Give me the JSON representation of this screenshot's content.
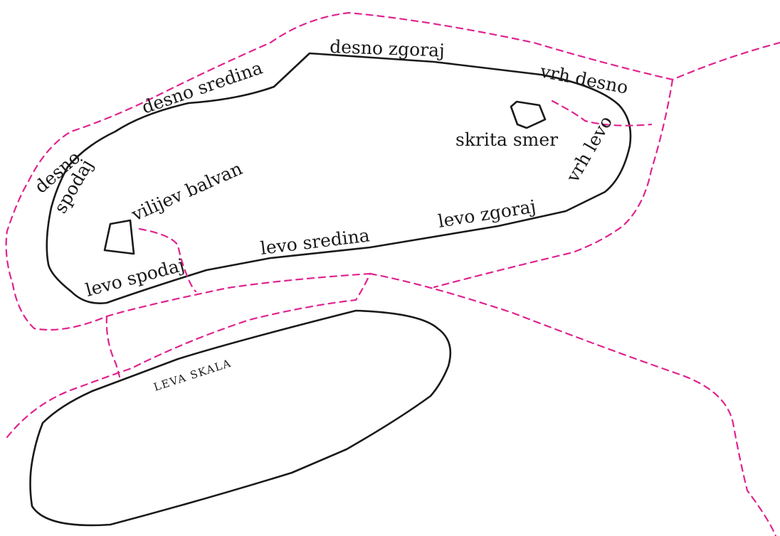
{
  "colors": {
    "outline": "#1a1a1a",
    "route": "#e0238f",
    "background": "#ffffff"
  },
  "labels": {
    "desno_zgoraj": "desno zgoraj",
    "vrh_desno": "vrh desno",
    "desno_sredina": "desno sredina",
    "desno": "desno",
    "spodaj": "spodaj",
    "vilijev_balvan": "vilijev balvan",
    "skrita_smer": "skrita smer",
    "vrh_levo": "vrh levo",
    "levo_zgoraj": "levo zgoraj",
    "levo_sredina": "levo sredina",
    "levo_spodaj": "levo spodaj",
    "leva_skala": "LEVA SKALA"
  }
}
